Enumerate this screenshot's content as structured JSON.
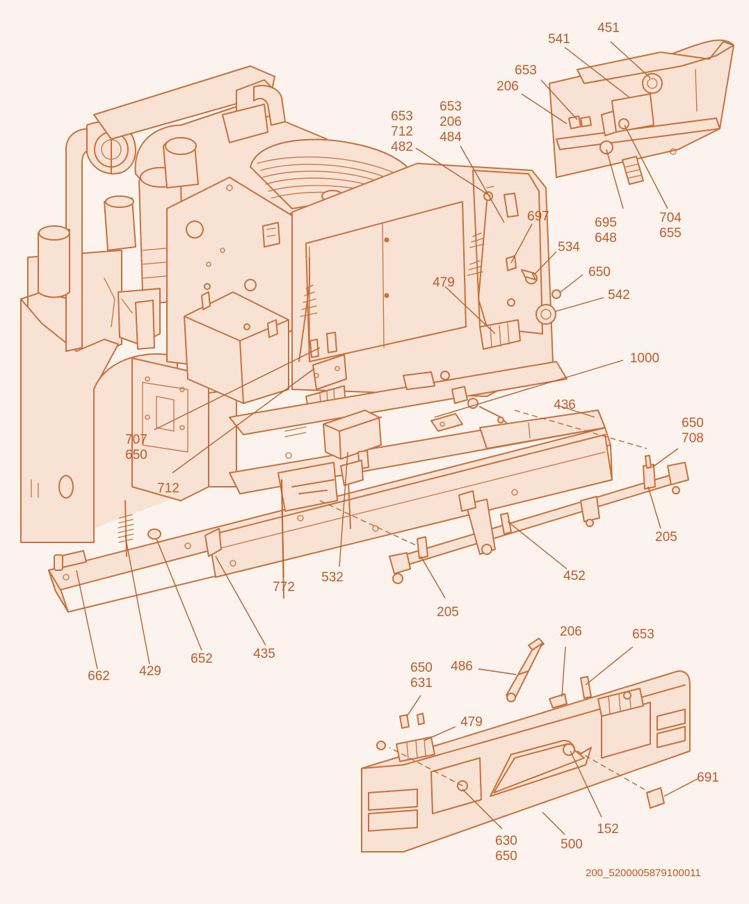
{
  "diagram": {
    "type": "exploded parts diagram",
    "line_color": "#c8703c",
    "text_color": "#c0592a",
    "background_color": "#fbf4ee"
  },
  "callouts": [
    {
      "id": "c451",
      "lines": [
        "451"
      ]
    },
    {
      "id": "c541",
      "lines": [
        "541"
      ]
    },
    {
      "id": "c653a",
      "lines": [
        "653"
      ]
    },
    {
      "id": "c206a",
      "lines": [
        "206"
      ]
    },
    {
      "id": "c653_712_482",
      "lines": [
        "653",
        "712",
        "482"
      ]
    },
    {
      "id": "c653_206_484",
      "lines": [
        "653",
        "206",
        "484"
      ]
    },
    {
      "id": "c697",
      "lines": [
        "697"
      ]
    },
    {
      "id": "c534",
      "lines": [
        "534"
      ]
    },
    {
      "id": "c695_648",
      "lines": [
        "695",
        "648"
      ]
    },
    {
      "id": "c704_655",
      "lines": [
        "704",
        "655"
      ]
    },
    {
      "id": "c650a",
      "lines": [
        "650"
      ]
    },
    {
      "id": "c542",
      "lines": [
        "542"
      ]
    },
    {
      "id": "c479a",
      "lines": [
        "479"
      ]
    },
    {
      "id": "c1000",
      "lines": [
        "1000"
      ]
    },
    {
      "id": "c436",
      "lines": [
        "436"
      ]
    },
    {
      "id": "c650_708",
      "lines": [
        "650",
        "708"
      ]
    },
    {
      "id": "c707_650",
      "lines": [
        "707",
        "650"
      ]
    },
    {
      "id": "c712",
      "lines": [
        "712"
      ]
    },
    {
      "id": "c205a",
      "lines": [
        "205"
      ]
    },
    {
      "id": "c452",
      "lines": [
        "452"
      ]
    },
    {
      "id": "c772",
      "lines": [
        "772"
      ]
    },
    {
      "id": "c532",
      "lines": [
        "532"
      ]
    },
    {
      "id": "c205b",
      "lines": [
        "205"
      ]
    },
    {
      "id": "c662",
      "lines": [
        "662"
      ]
    },
    {
      "id": "c429",
      "lines": [
        "429"
      ]
    },
    {
      "id": "c652",
      "lines": [
        "652"
      ]
    },
    {
      "id": "c435",
      "lines": [
        "435"
      ]
    },
    {
      "id": "c206b",
      "lines": [
        "206"
      ]
    },
    {
      "id": "c653b",
      "lines": [
        "653"
      ]
    },
    {
      "id": "c486",
      "lines": [
        "486"
      ]
    },
    {
      "id": "c650_631",
      "lines": [
        "650",
        "631"
      ]
    },
    {
      "id": "c479b",
      "lines": [
        "479"
      ]
    },
    {
      "id": "c691",
      "lines": [
        "691"
      ]
    },
    {
      "id": "c630_650",
      "lines": [
        "630",
        "650"
      ]
    },
    {
      "id": "c152",
      "lines": [
        "152"
      ]
    },
    {
      "id": "c500",
      "lines": [
        "500"
      ]
    }
  ],
  "document_code": "200_5200005879100011"
}
